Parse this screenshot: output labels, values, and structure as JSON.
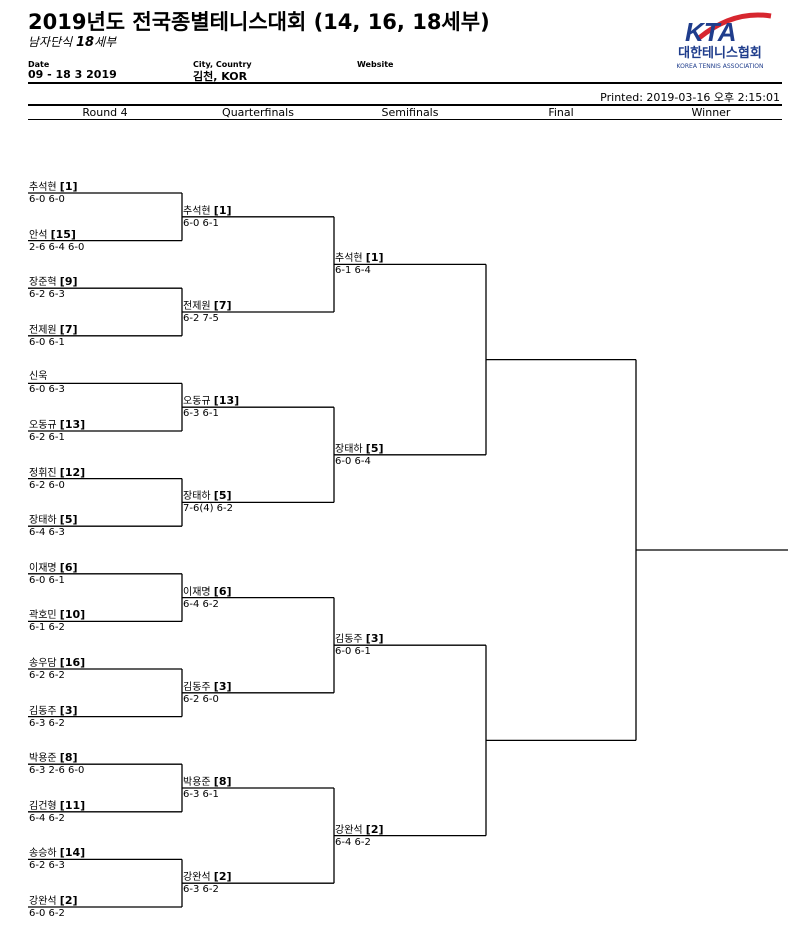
{
  "header": {
    "title": "2019년도 전국종별테니스대회 (14, 16, 18세부)",
    "subtitle_prefix": "남자단식 ",
    "subtitle_bold": "18",
    "subtitle_suffix": "세부",
    "date_label": "Date",
    "date_value": "09 - 18 3 2019",
    "city_label": "City, Country",
    "city_value": "김천, KOR",
    "website_label": "Website",
    "printed": "Printed: 2019-03-16 오후 2:15:01",
    "logo_text": "KTA",
    "logo_ko": "대한테니스협회",
    "logo_en": "KOREA TENNIS ASSOCIATION",
    "brand_colors": {
      "blue": "#1f3d8c",
      "red": "#d7262f"
    }
  },
  "columns": [
    "Round 4",
    "Quarterfinals",
    "Semifinals",
    "Final",
    "Winner"
  ],
  "round4": [
    {
      "name": "추석현",
      "seed": "[1]",
      "score": "6-0 6-0"
    },
    {
      "name": "안석",
      "seed": "[15]",
      "score": "2-6 6-4 6-0"
    },
    {
      "name": "장준혁",
      "seed": "[9]",
      "score": "6-2 6-3"
    },
    {
      "name": "전제원",
      "seed": "[7]",
      "score": "6-0 6-1"
    },
    {
      "name": "신욱",
      "seed": "",
      "score": "6-0 6-3"
    },
    {
      "name": "오동규",
      "seed": "[13]",
      "score": "6-2 6-1"
    },
    {
      "name": "정휘진",
      "seed": "[12]",
      "score": "6-2 6-0"
    },
    {
      "name": "장태하",
      "seed": "[5]",
      "score": "6-4 6-3"
    },
    {
      "name": "이재명",
      "seed": "[6]",
      "score": "6-0 6-1"
    },
    {
      "name": "곽호민",
      "seed": "[10]",
      "score": "6-1 6-2"
    },
    {
      "name": "송우담",
      "seed": "[16]",
      "score": "6-2 6-2"
    },
    {
      "name": "김동주",
      "seed": "[3]",
      "score": "6-3 6-2"
    },
    {
      "name": "박용준",
      "seed": "[8]",
      "score": "6-3 2-6 6-0"
    },
    {
      "name": "김건형",
      "seed": "[11]",
      "score": "6-4 6-2"
    },
    {
      "name": "송승하",
      "seed": "[14]",
      "score": "6-2 6-3"
    },
    {
      "name": "강완석",
      "seed": "[2]",
      "score": "6-0 6-2"
    }
  ],
  "quarterfinals": [
    {
      "name": "추석현",
      "seed": "[1]",
      "score": "6-0 6-1"
    },
    {
      "name": "전제원",
      "seed": "[7]",
      "score": "6-2 7-5"
    },
    {
      "name": "오동규",
      "seed": "[13]",
      "score": "6-3 6-1"
    },
    {
      "name": "장태하",
      "seed": "[5]",
      "score": "7-6(4) 6-2"
    },
    {
      "name": "이재명",
      "seed": "[6]",
      "score": "6-4 6-2"
    },
    {
      "name": "김동주",
      "seed": "[3]",
      "score": "6-2 6-0"
    },
    {
      "name": "박용준",
      "seed": "[8]",
      "score": "6-3 6-1"
    },
    {
      "name": "강완석",
      "seed": "[2]",
      "score": "6-3 6-2"
    }
  ],
  "semifinals": [
    {
      "name": "추석현",
      "seed": "[1]",
      "score": "6-1 6-4"
    },
    {
      "name": "장태하",
      "seed": "[5]",
      "score": "6-0 6-4"
    },
    {
      "name": "김동주",
      "seed": "[3]",
      "score": "6-0 6-1"
    },
    {
      "name": "강완석",
      "seed": "[2]",
      "score": "6-4 6-2"
    }
  ],
  "final": [],
  "winner": []
}
